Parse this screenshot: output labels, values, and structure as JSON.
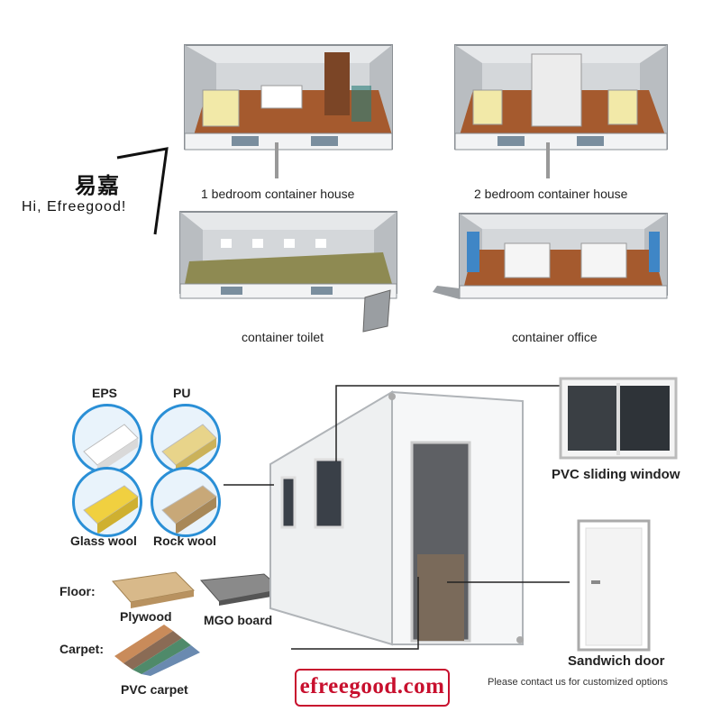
{
  "logo": {
    "cn_text": "易嘉",
    "en_text": "Hi, Efreegood!"
  },
  "top_captions": {
    "one_bedroom": "1 bedroom container house",
    "two_bedroom": "2 bedroom container house",
    "toilet": "container toilet",
    "office": "container office"
  },
  "materials": {
    "eps": "EPS",
    "pu": "PU",
    "glass_wool": "Glass wool",
    "rock_wool": "Rock wool",
    "floor_label": "Floor:",
    "plywood": "Plywood",
    "mgo_board": "MGO board",
    "carpet_label": "Carpet:",
    "pvc_carpet": "PVC carpet"
  },
  "callouts": {
    "pvc_window": "PVC sliding window",
    "sandwich_door": "Sandwich door"
  },
  "footer": {
    "brand": "efreegood.com",
    "contact_note": "Please contact us for customized options"
  },
  "colors": {
    "brand_red": "#c8102e",
    "accent_blue": "#2a8fd6",
    "floor_wood": "#a55a2e"
  }
}
